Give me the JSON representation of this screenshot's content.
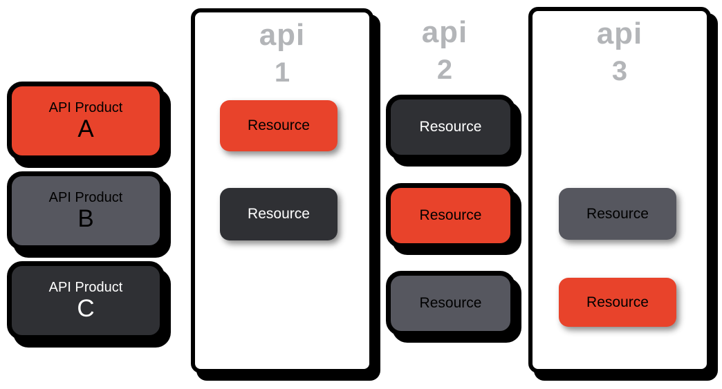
{
  "colors": {
    "red": "#E8432B",
    "gray": "#56575F",
    "dark": "#2F3034",
    "header-gray": "#B3B5B8",
    "outline": "#000000",
    "canvas": "#FFFFFF"
  },
  "products": [
    {
      "title": "API Product",
      "letter": "A",
      "color": "red"
    },
    {
      "title": "API Product",
      "letter": "B",
      "color": "gray"
    },
    {
      "title": "API Product",
      "letter": "C",
      "color": "dark"
    }
  ],
  "apis": [
    {
      "name": "api",
      "number": "1",
      "container": true,
      "resources": [
        {
          "label": "Resource",
          "color": "red"
        },
        {
          "label": "Resource",
          "color": "dark"
        }
      ]
    },
    {
      "name": "api",
      "number": "2",
      "container": false,
      "resources": [
        {
          "label": "Resource",
          "color": "dark"
        },
        {
          "label": "Resource",
          "color": "red"
        },
        {
          "label": "Resource",
          "color": "gray"
        }
      ]
    },
    {
      "name": "api",
      "number": "3",
      "container": true,
      "resources": [
        {
          "label": "Resource",
          "color": "gray"
        },
        {
          "label": "Resource",
          "color": "red"
        }
      ]
    }
  ]
}
